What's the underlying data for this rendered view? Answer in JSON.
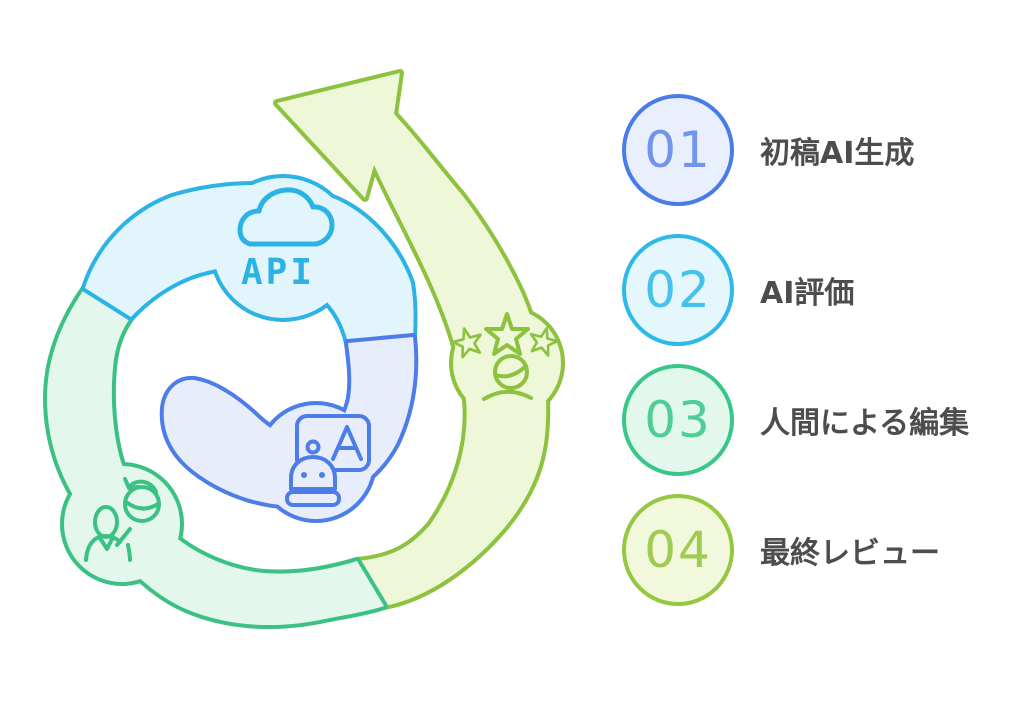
{
  "steps": [
    {
      "number": "01",
      "label": "初稿AI生成",
      "ring_color": "#4a7ce9",
      "fill": "#e9effc",
      "number_color": "#7195ec"
    },
    {
      "number": "02",
      "label": "AI評価",
      "ring_color": "#2eb9e9",
      "fill": "#e4f7fd",
      "number_color": "#44c2eb"
    },
    {
      "number": "03",
      "label": "人間による編集",
      "ring_color": "#39c789",
      "fill": "#e2f8ed",
      "number_color": "#4ecd96"
    },
    {
      "number": "04",
      "label": "最終レビュー",
      "ring_color": "#95c741",
      "fill": "#f1f8dc",
      "number_color": "#a0cb52"
    }
  ],
  "diagram": {
    "api_text": "API",
    "ai_letter": "A",
    "flow_direction": "counterclockwise-spiral-outward",
    "segments": {
      "ai_generation": {
        "icon": "robot-a-icon",
        "stroke": "#4c7de9",
        "fill": "#e8edfb"
      },
      "api_evaluation": {
        "icon": "cloud-api-icon",
        "stroke": "#2cb3e6",
        "fill": "#e2f5fc"
      },
      "human_edit": {
        "icon": "person-refresh-icon",
        "stroke": "#3bc184",
        "fill": "#e3f7ec"
      },
      "final_review": {
        "icon": "stars-reviewer-icon",
        "stroke": "#8cc23d",
        "fill": "#eef7d8"
      }
    }
  }
}
